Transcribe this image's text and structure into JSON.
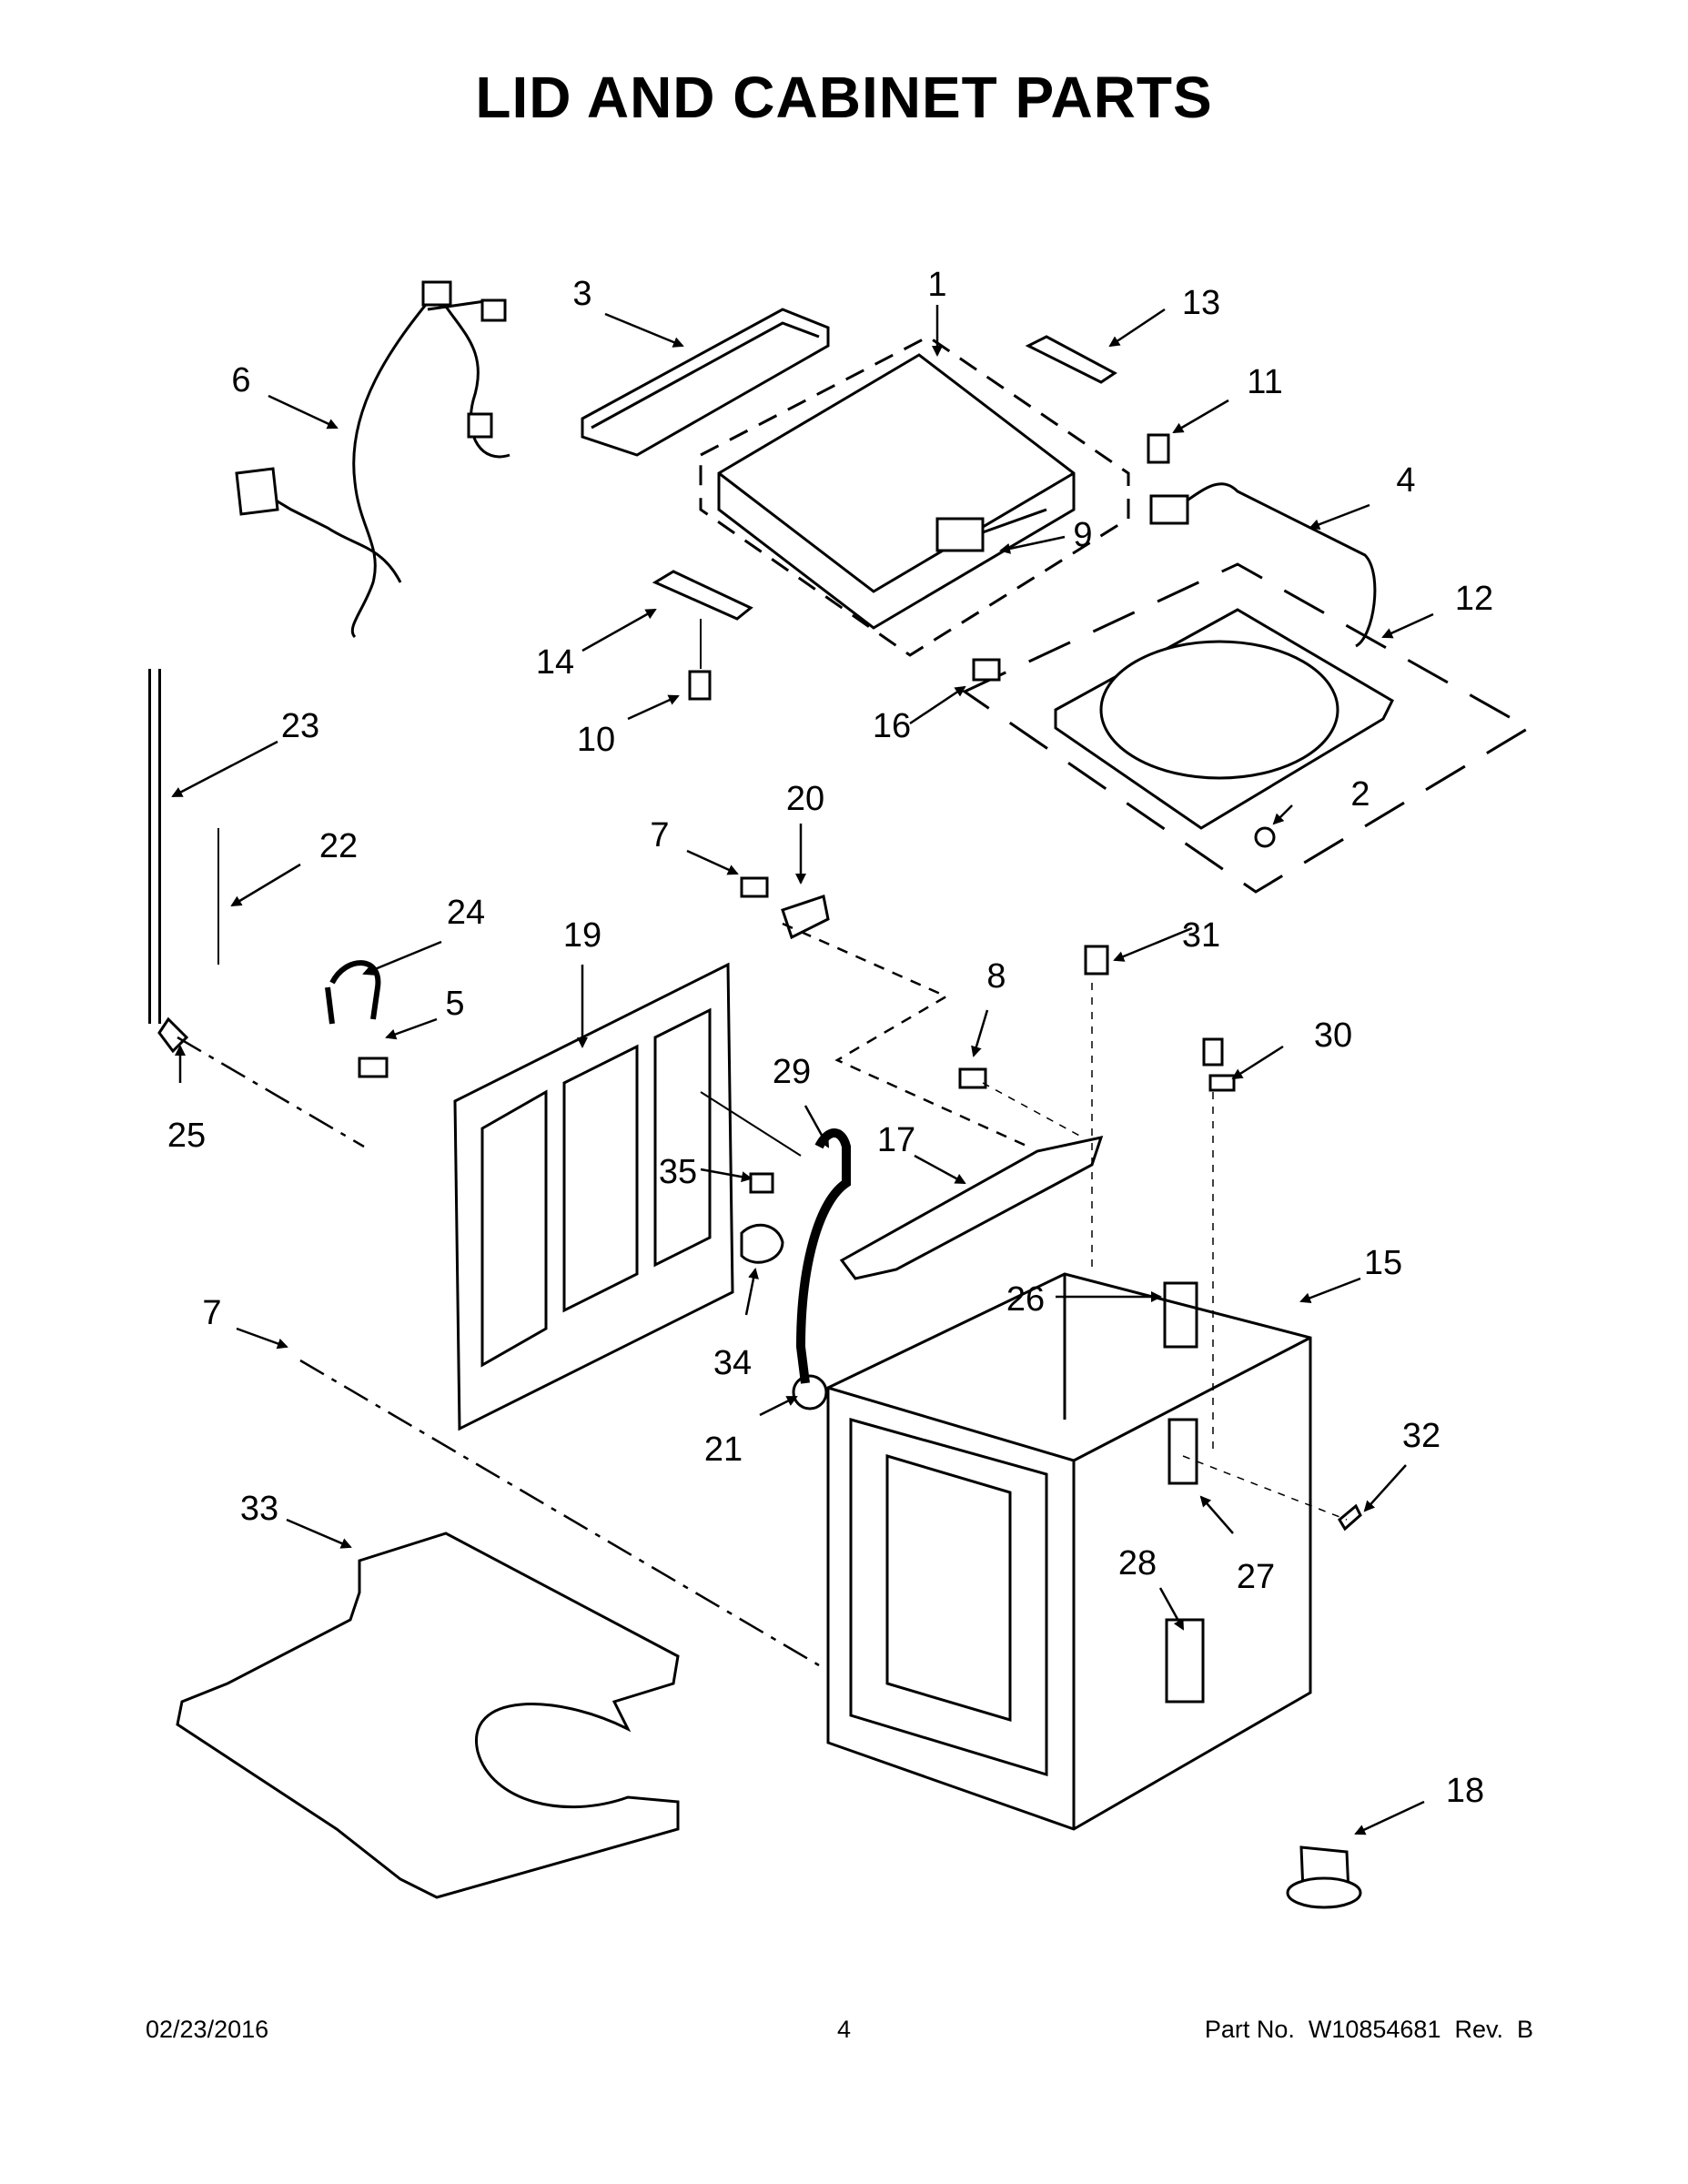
{
  "title": "LID AND CABINET PARTS",
  "callouts": [
    "1",
    "2",
    "3",
    "4",
    "5",
    "6",
    "7",
    "7",
    "8",
    "9",
    "10",
    "11",
    "12",
    "13",
    "14",
    "15",
    "16",
    "17",
    "18",
    "19",
    "20",
    "21",
    "22",
    "23",
    "24",
    "25",
    "26",
    "27",
    "28",
    "29",
    "30",
    "31",
    "32",
    "33",
    "34",
    "35"
  ],
  "footer": {
    "date": "02/23/2016",
    "page": "4",
    "part_number": "Part No.  W10854681  Rev.  B"
  }
}
